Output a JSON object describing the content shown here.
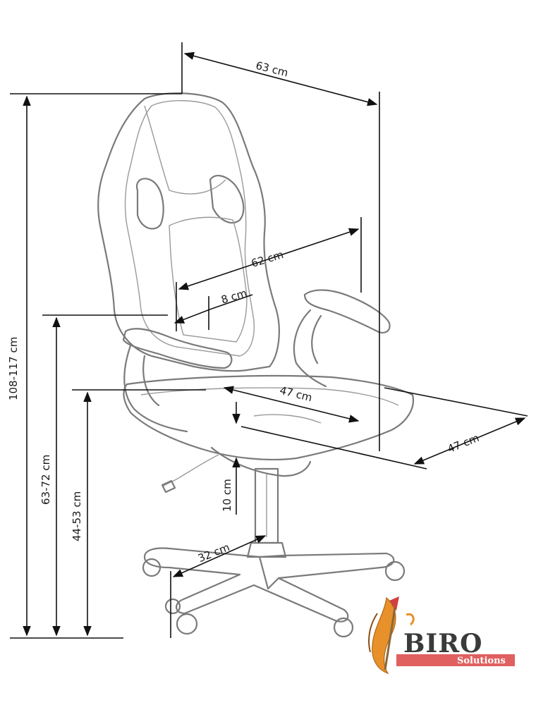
{
  "dimensions": {
    "total_width": "63 cm",
    "total_height": "108-117 cm",
    "back_width": "62 cm",
    "lumbar": "8 cm",
    "armrest_height": "63-72 cm",
    "seat_height": "44-53 cm",
    "seat_depth": "47 cm",
    "seat_width": "47 cm",
    "gas_lift": "10 cm",
    "base_radius": "32 cm"
  },
  "logo": {
    "name": "BIRO",
    "tagline": "Solutions",
    "accent_color": "#e06060"
  }
}
